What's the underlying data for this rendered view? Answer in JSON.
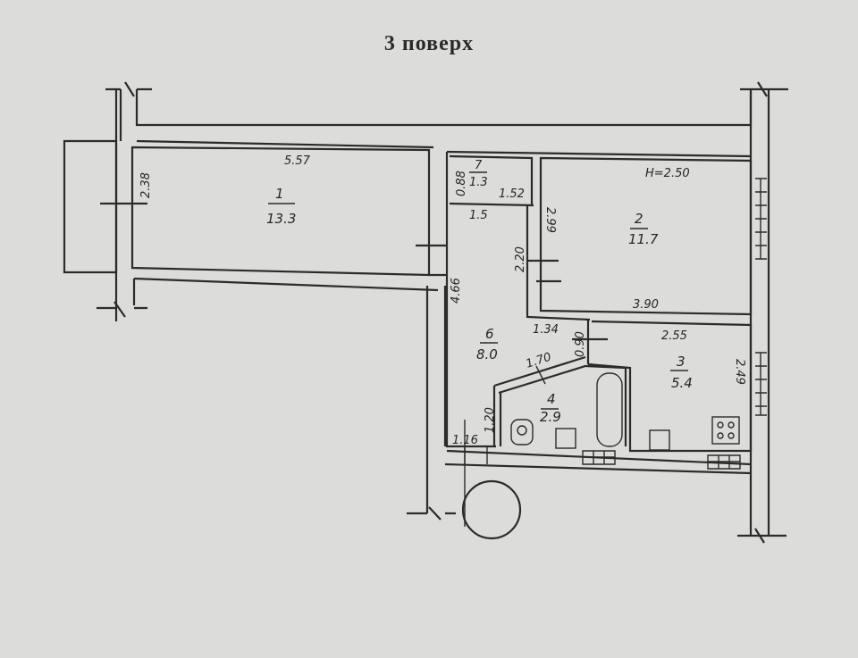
{
  "title": "3 поверх",
  "rooms": [
    {
      "number": "1",
      "area": "13.3"
    },
    {
      "number": "2",
      "area": "11.7"
    },
    {
      "number": "3",
      "area": "5.4"
    },
    {
      "number": "4",
      "area": "2.9"
    },
    {
      "number": "6",
      "area": "8.0"
    },
    {
      "number": "7",
      "area": "1.3"
    }
  ],
  "dimensions": {
    "room1_length": "5.57",
    "room1_width": "2.38",
    "room2_height_note": "H=2.50",
    "room2_length": "3.90",
    "room2_width": "2.99",
    "room3_length": "2.55",
    "room3_width": "2.49",
    "room7_width": "0.88",
    "room7_length": "1.52",
    "corridor_width": "1.5",
    "corridor_length": "4.66",
    "corridor_side": "2.20",
    "corridor_bottom": "1.34",
    "corridor_door": "0.90",
    "bath_diag": "1.70",
    "bath_side": "1.20",
    "entry": "1.16"
  }
}
